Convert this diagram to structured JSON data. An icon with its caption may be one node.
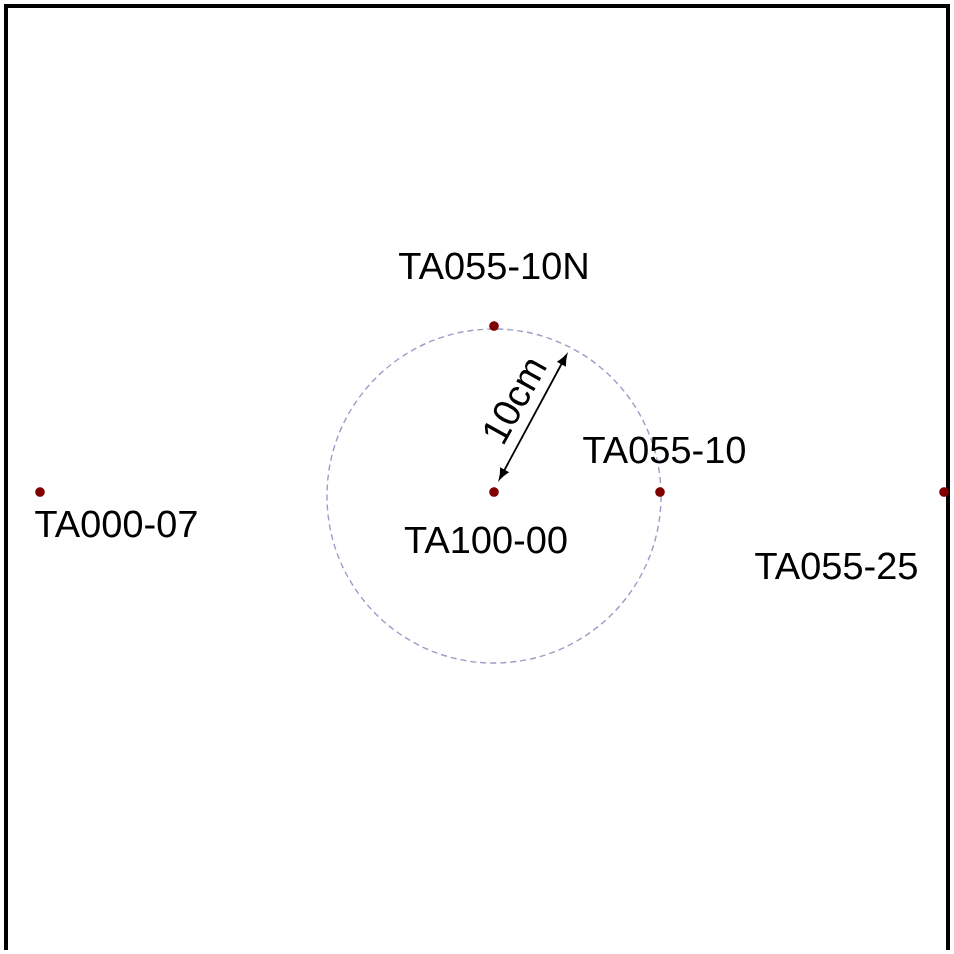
{
  "diagram": {
    "labels": [
      "TA055-10N",
      "10cm",
      "TA055-10",
      "TA000-07",
      "TA100-00",
      "TA055-25"
    ]
  }
}
